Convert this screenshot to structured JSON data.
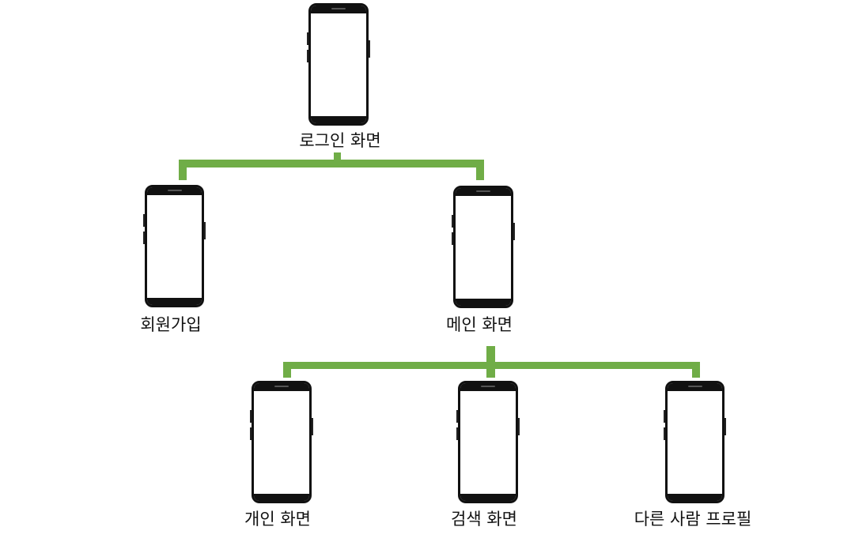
{
  "colors": {
    "connector": "#70ad47",
    "phone_frame": "#111111",
    "screen": "#ffffff"
  },
  "nodes": {
    "login": {
      "label": "로그인 화면"
    },
    "signup": {
      "label": "회원가입"
    },
    "main": {
      "label": "메인 화면"
    },
    "personal": {
      "label": "개인 화면"
    },
    "search": {
      "label": "검색 화면"
    },
    "other_profile": {
      "label": "다른 사람 프로필"
    }
  }
}
